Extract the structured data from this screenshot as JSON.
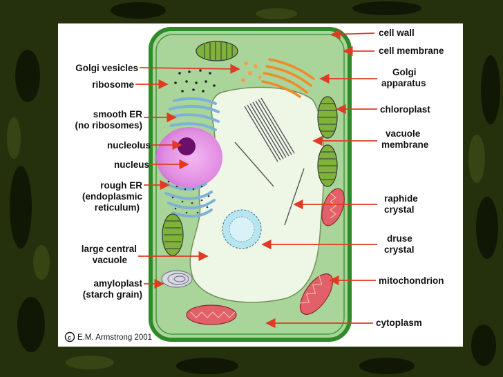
{
  "background_color": "#2a3510",
  "labels_left": {
    "golgi_vesicles": "Golgi vesicles",
    "ribosome": "ribosome",
    "smooth_er_1": "smooth ER",
    "smooth_er_2": "(no ribosomes)",
    "nucleolus": "nucleolus",
    "nucleus": "nucleus",
    "rough_er_1": "rough ER",
    "rough_er_2": "(endoplasmic",
    "rough_er_3": "reticulum)",
    "vacuole_1": "large central",
    "vacuole_2": "vacuole",
    "amyloplast_1": "amyloplast",
    "amyloplast_2": "(starch grain)"
  },
  "labels_right": {
    "cell_wall": "cell wall",
    "cell_membrane": "cell membrane",
    "golgi_1": "Golgi",
    "golgi_2": "apparatus",
    "chloroplast": "chloroplast",
    "vacuole_membrane_1": "vacuole",
    "vacuole_membrane_2": "membrane",
    "raphide_1": "raphide",
    "raphide_2": "crystal",
    "druse_1": "druse",
    "druse_2": "crystal",
    "mitochondrion": "mitochondrion",
    "cytoplasm": "cytoplasm"
  },
  "credit": "E.M. Armstrong 2001",
  "colors": {
    "cell_wall": "#2f8a2a",
    "cytoplasm": "#a9d49a",
    "vacuole": "#eef7e6",
    "arrow": "#e03a22",
    "golgi": "#f08a2a",
    "chloroplast": "#7fb23a",
    "nucleus": "#e89ee8",
    "nucleolus": "#6a0f6a",
    "er": "#7fb0d8",
    "mitochondrion": "#e2606a"
  }
}
